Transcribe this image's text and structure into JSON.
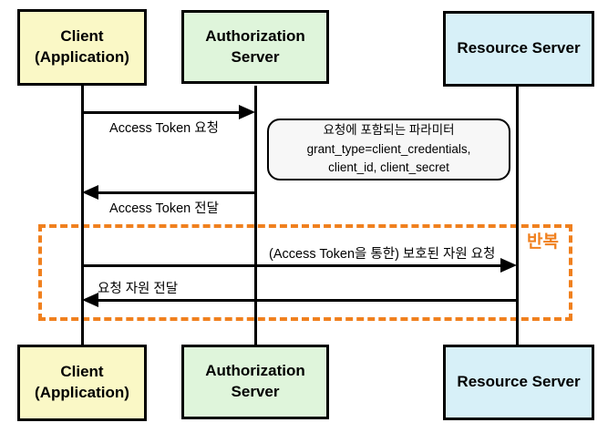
{
  "actors": {
    "client": {
      "line1": "Client",
      "line2": "(Application)",
      "fill": "#faf8c6"
    },
    "auth_server": {
      "label": "Authorization Server",
      "fill": "#dff5db"
    },
    "resource_server": {
      "label": "Resource Server",
      "fill": "#d7f0f8"
    }
  },
  "messages": [
    {
      "label": "Access Token 요청",
      "from": "client",
      "to": "auth_server",
      "direction": "right"
    },
    {
      "label": "Access Token 전달",
      "from": "auth_server",
      "to": "client",
      "direction": "left"
    },
    {
      "label": "(Access Token을 통한) 보호된 자원 요청",
      "from": "client",
      "to": "resource_server",
      "direction": "right"
    },
    {
      "label": "요청 자원 전달",
      "from": "resource_server",
      "to": "client",
      "direction": "left"
    }
  ],
  "note": {
    "lines": [
      "요청에 포함되는 파라미터",
      "grant_type=client_credentials,",
      "client_id, client_secret"
    ],
    "fill": "#f7f7f7"
  },
  "repeat_block": {
    "label": "반복",
    "color": "#f0801e"
  }
}
